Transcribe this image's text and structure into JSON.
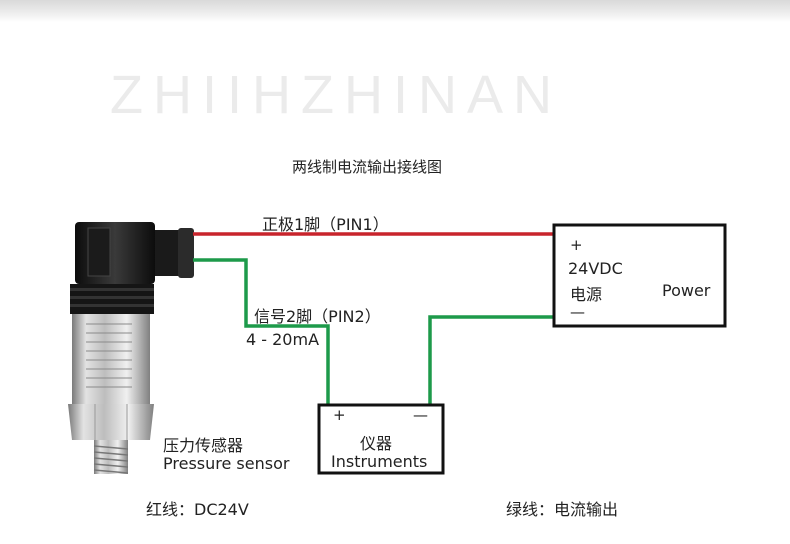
{
  "watermark": {
    "text": "ZHIIHZHINAN"
  },
  "diagram": {
    "title": "两线制电流输出接线图",
    "pin1_label": "正极1脚（PIN1）",
    "pin2_label": "信号2脚（PIN2）",
    "current_range": "4 - 20mA",
    "power_box": {
      "plus": "+",
      "voltage": "24VDC",
      "label_cn": "电源",
      "label_en": "Power",
      "minus": "—"
    },
    "instrument_box": {
      "plus": "+",
      "minus": "—",
      "label_cn": "仪器",
      "label_en": "Instruments"
    },
    "sensor": {
      "label_cn": "压力传感器",
      "label_en": "Pressure sensor"
    },
    "legend": {
      "red_wire": "红线：DC24V",
      "green_wire": "绿线：电流输出"
    },
    "colors": {
      "red_wire": "#c8242c",
      "green_wire": "#1d9a4a",
      "box_border": "#111111"
    }
  }
}
